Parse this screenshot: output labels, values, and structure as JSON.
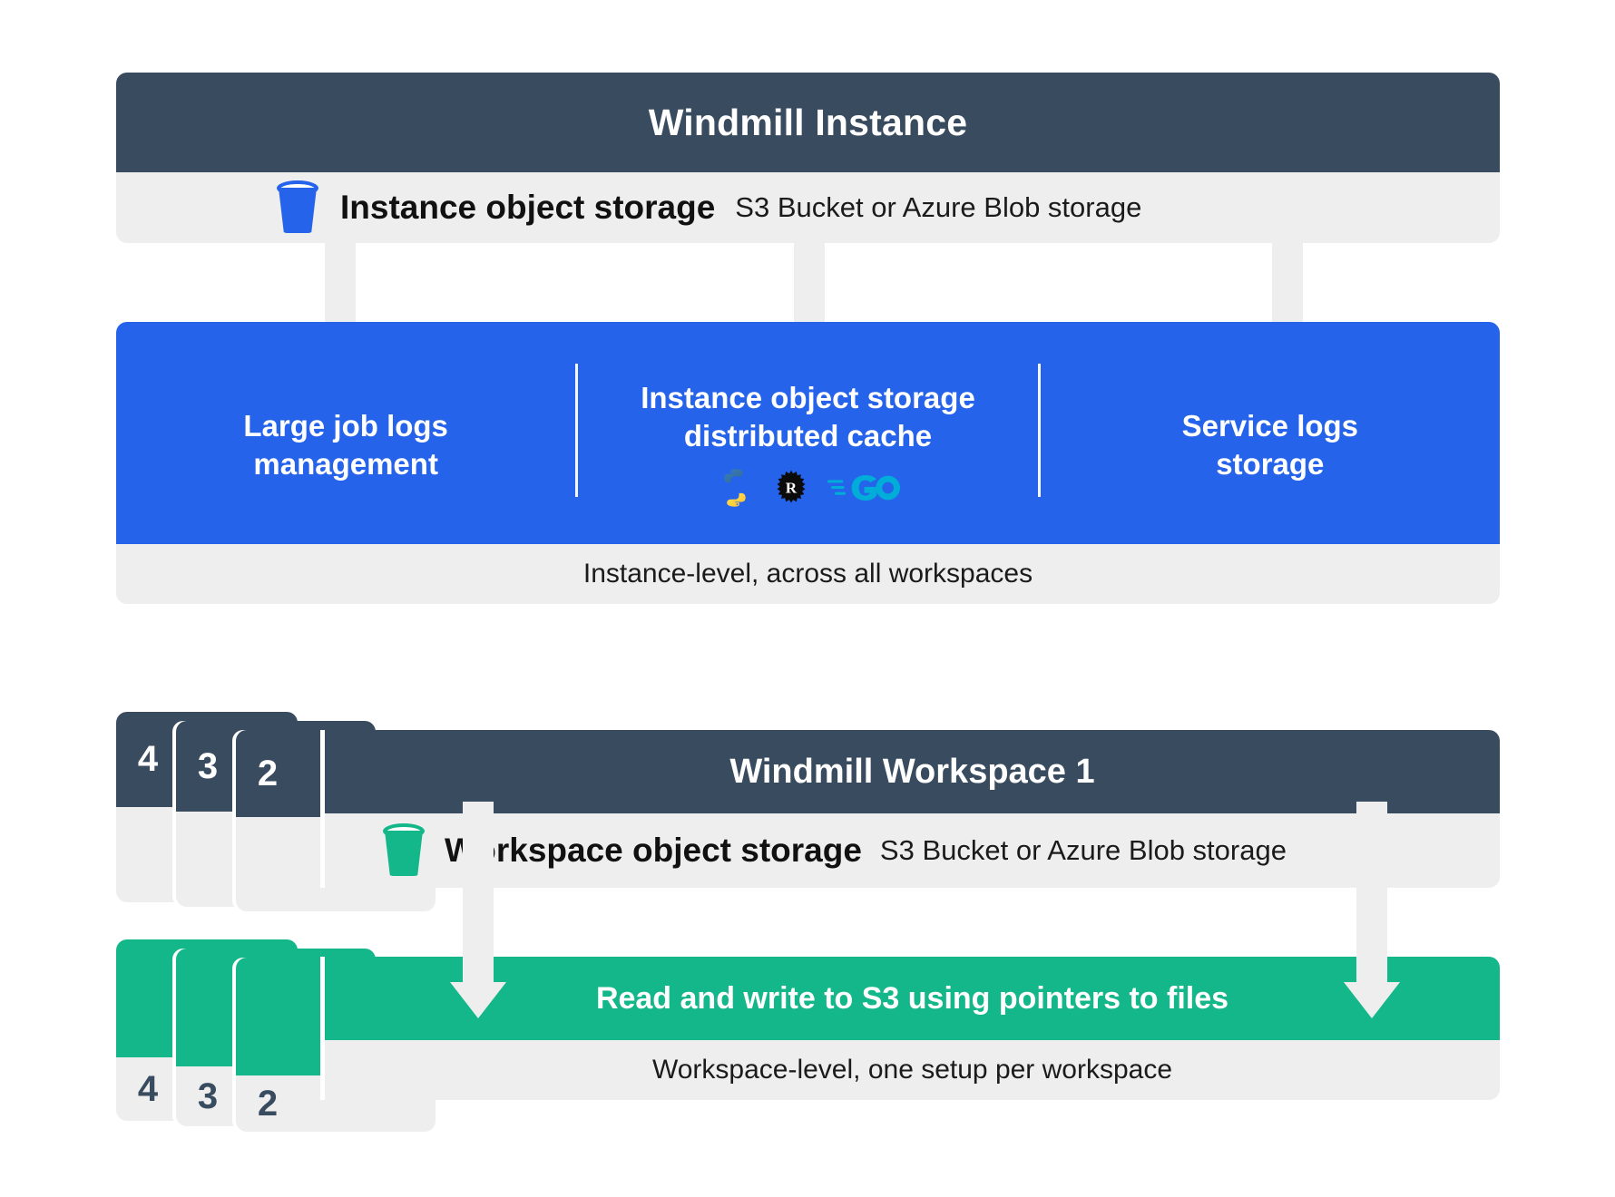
{
  "colors": {
    "dark": "#394b5f",
    "grey": "#eeeeee",
    "blue": "#2563eb",
    "green": "#14b789",
    "white": "#ffffff"
  },
  "instance": {
    "title": "Windmill Instance",
    "storage_label": "Instance object storage",
    "storage_sub": "S3 Bucket or Azure Blob storage",
    "bucket_icon": "bucket-icon"
  },
  "blue_band": {
    "columns": [
      {
        "title_line1": "Large job logs",
        "title_line2": "management"
      },
      {
        "title_line1": "Instance object storage",
        "title_line2": "distributed cache"
      },
      {
        "title_line1": "Service logs",
        "title_line2": "storage"
      }
    ],
    "languages": [
      {
        "name": "python-logo",
        "label": "Python"
      },
      {
        "name": "rust-logo",
        "label": "Rust"
      },
      {
        "name": "go-logo",
        "label": "Go"
      }
    ],
    "footer": "Instance-level, across all workspaces"
  },
  "workspace": {
    "stack_numbers": [
      "4",
      "3",
      "2"
    ],
    "title": "Windmill Workspace 1",
    "storage_label": "Workspace object storage",
    "storage_sub": "S3 Bucket or Azure Blob storage",
    "bucket_icon": "bucket-icon"
  },
  "green_band": {
    "stack_numbers": [
      "4",
      "3",
      "2"
    ],
    "title": "Read and write to S3 using pointers to files",
    "footer": "Workspace-level, one setup per workspace"
  }
}
